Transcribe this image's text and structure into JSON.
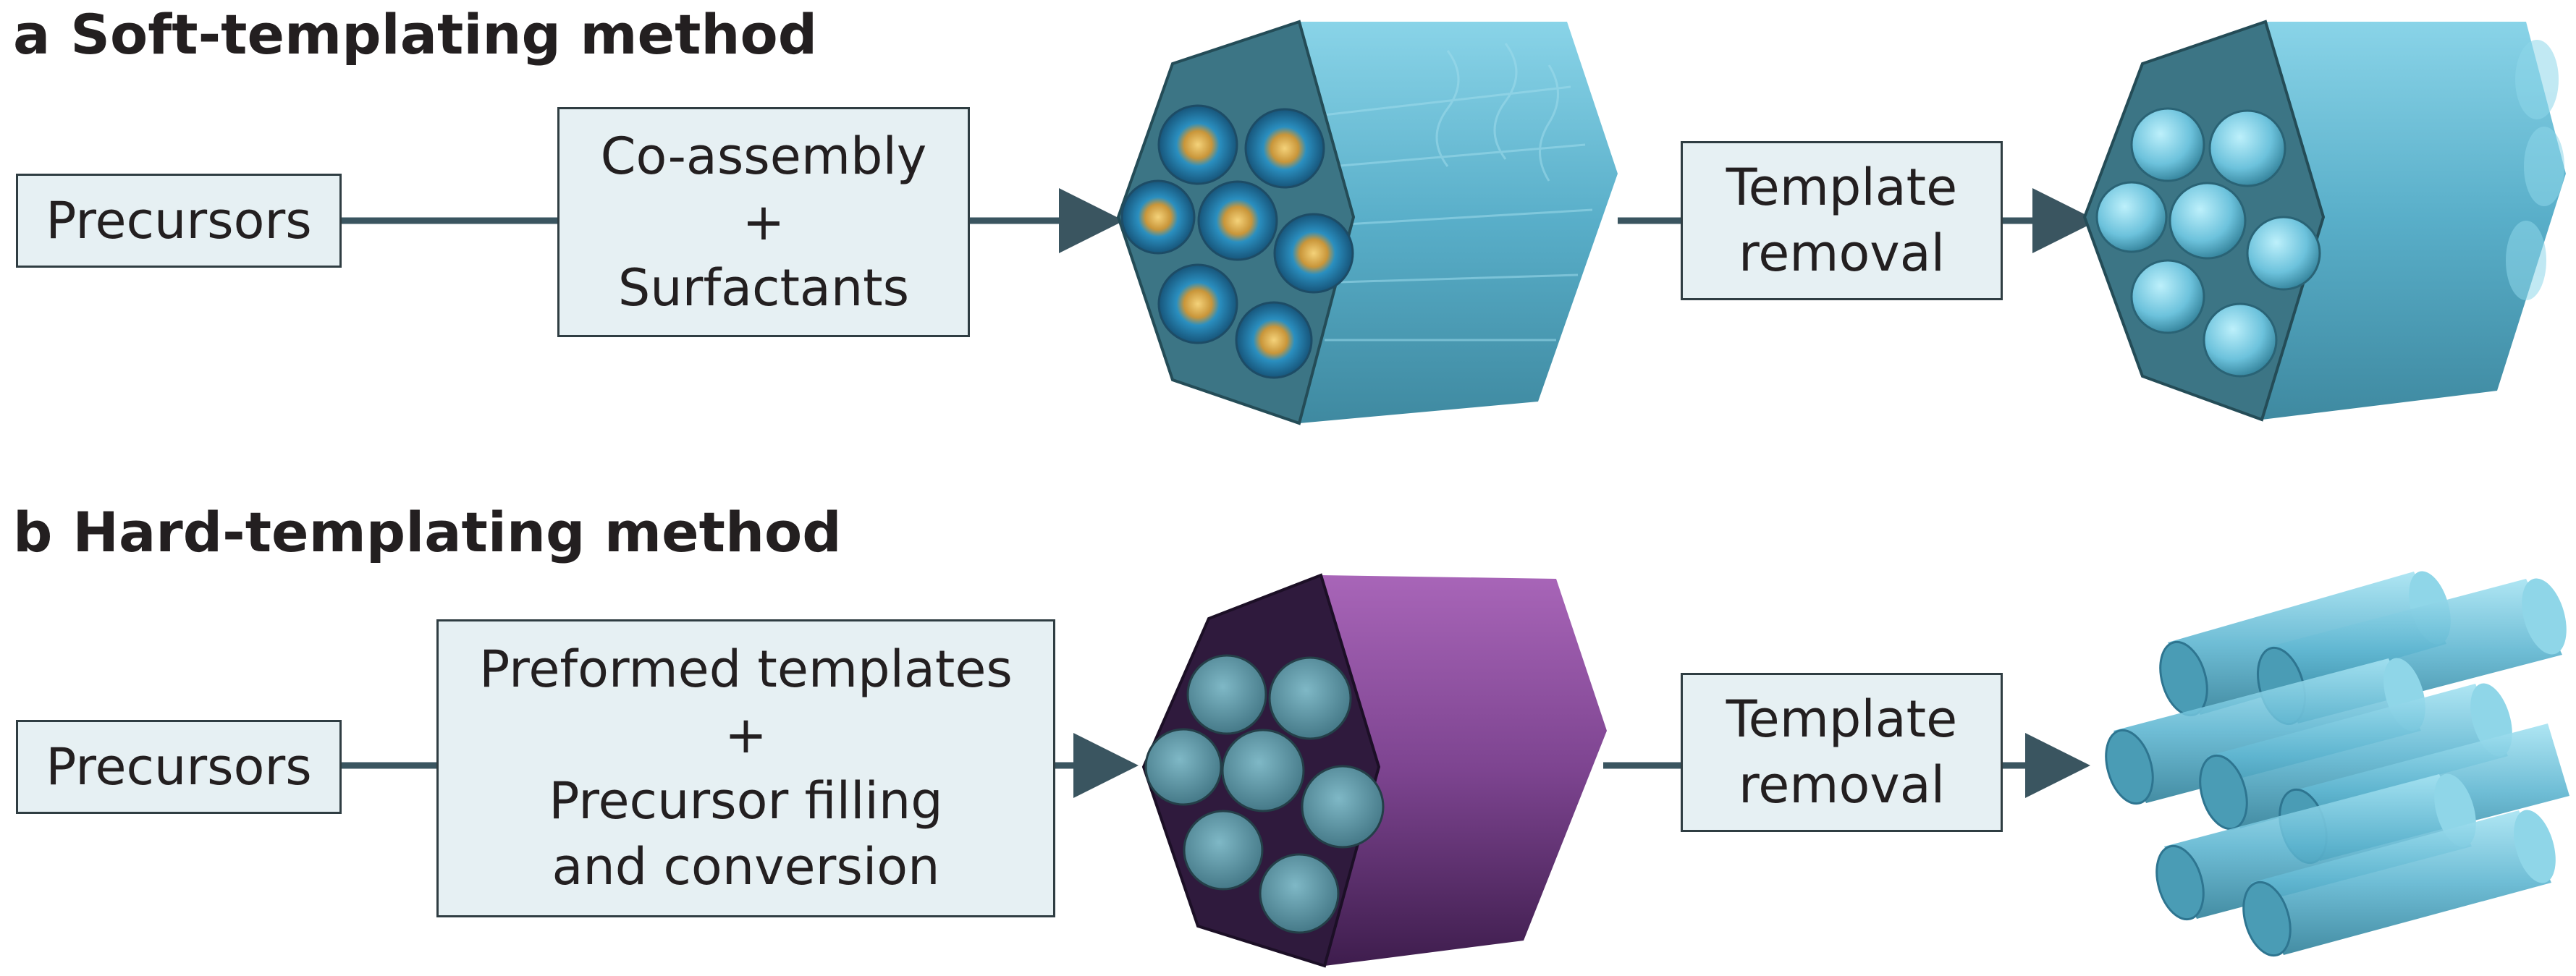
{
  "panel_a": {
    "letter": "a",
    "title": "Soft-templating method",
    "precursors_label": "Precursors",
    "step1_lines": [
      "Co-assembly",
      "+",
      "Surfactants"
    ],
    "step2_lines": [
      "Template",
      "removal"
    ]
  },
  "panel_b": {
    "letter": "b",
    "title": "Hard-templating method",
    "precursors_label": "Precursors",
    "step1_lines": [
      "Preformed templates",
      "+",
      "Precursor filling",
      "and conversion"
    ],
    "step2_lines": [
      "Template",
      "removal"
    ]
  },
  "colors": {
    "box_fill": "#e6f0f3",
    "box_border": "#2f3d42",
    "arrow": "#3a5560",
    "silica_front": "#3d7b8c",
    "silica_side": "#5ab7d4",
    "hard_template": "#6a3a7a",
    "pore": "#5aa8bf",
    "rod": "#6cc6e0"
  }
}
